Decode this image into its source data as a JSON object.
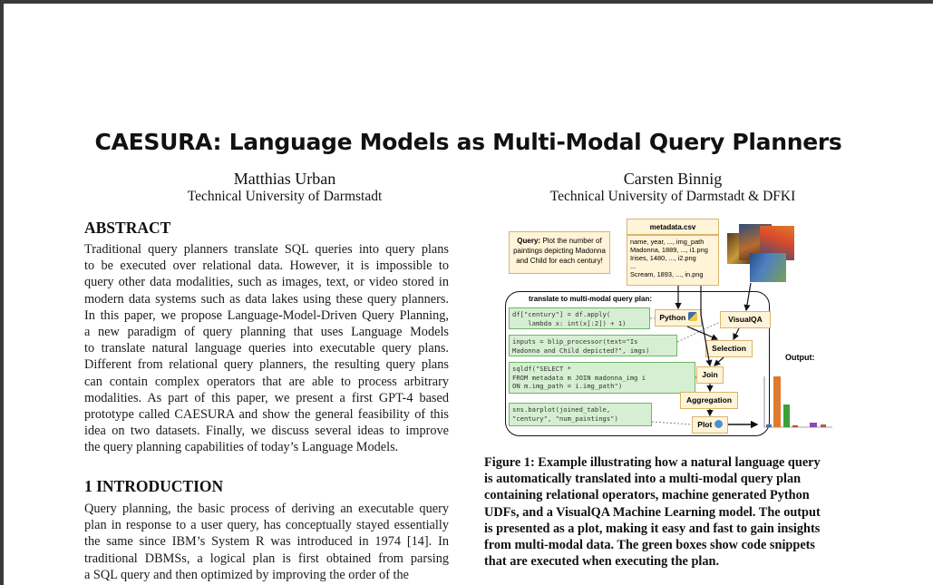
{
  "paper": {
    "title": "CAESURA: Language Models as Multi-Modal Query Planners",
    "authors": [
      {
        "name": "Matthias Urban",
        "affiliation": "Technical University of Darmstadt"
      },
      {
        "name": "Carsten Binnig",
        "affiliation": "Technical University of Darmstadt & DFKI"
      }
    ]
  },
  "abstract": {
    "heading": "ABSTRACT",
    "lines": [
      "Traditional query planners translate SQL queries into query plans",
      "to be executed over relational data. However, it is impossible to",
      "query other data modalities, such as images, text, or video stored in",
      "modern data systems such as data lakes using these query planners.",
      "In this paper, we propose Language-Model-Driven Query Planning,",
      "a new paradigm of query planning that uses Language Models",
      "to translate natural language queries into executable query plans.",
      "Different from relational query planners, the resulting query plans",
      "can contain complex operators that are able to process arbitrary",
      "modalities. As part of this paper, we present a first GPT-4 based",
      "prototype called CAESURA and show the general feasibility of this",
      "idea on two datasets. Finally, we discuss several ideas to improve",
      "the query planning capabilities of today’s Language Models."
    ]
  },
  "introduction": {
    "heading": "1   INTRODUCTION",
    "lines": [
      "Query planning, the basic process of deriving an executable query",
      "plan in response to a user query, has conceptually stayed essentially",
      "the same since IBM’s System R was introduced in 1974 [14]. In",
      "traditional DBMSs, a logical plan is first obtained from parsing",
      "a SQL query and then optimized by improving the order of the"
    ]
  },
  "figure": {
    "query_label": "Query:",
    "query_text": "Plot the number of paintings depicting Madonna and Child for each century!",
    "csv_title": "metadata.csv",
    "csv_lines": [
      "name, year, ..., img_path",
      "Madonna, 1889, ..., i1.png",
      "Irises, 1480, ..., i2.png",
      "...",
      "Scream, 1893, ..., in.png"
    ],
    "plan_label": "translate to multi-modal query plan:",
    "code_snippets": [
      "df[\"century\"] = df.apply(\n    lambda x: int(x[:2]) + 1)",
      "inputs = blip_processor(text=\"Is\nMadonna and Child depicted?\", imgs)",
      "sqldf(\"SELECT *\nFROM metadata m JOIN madonna_img i\nON m.img_path = i.img_path\")",
      "sns.barplot(joined_table,\n\"century\", \"num_paintings\")"
    ],
    "operators": {
      "python": "Python",
      "visualqa": "VisualQA",
      "selection": "Selection",
      "join": "Join",
      "aggregation": "Aggregation",
      "plot": "Plot"
    },
    "output_label": "Output:",
    "caption_lines": [
      "Figure 1: Example illustrating how a natural language query",
      "is automatically translated into a multi-modal query plan",
      "containing relational operators, machine generated Python",
      "UDFs, and a VisualQA Machine Learning model. The output",
      "is presented as a plot, making it easy and fast to gain insights",
      "from multi-modal data. The green boxes show code snippets",
      "that are executed when executing the plan."
    ]
  },
  "colors": {
    "op_fill": "#fff4d8",
    "code_fill": "#d6efd2",
    "bar_orange": "#e07a2c",
    "bar_green": "#3aa13a"
  }
}
